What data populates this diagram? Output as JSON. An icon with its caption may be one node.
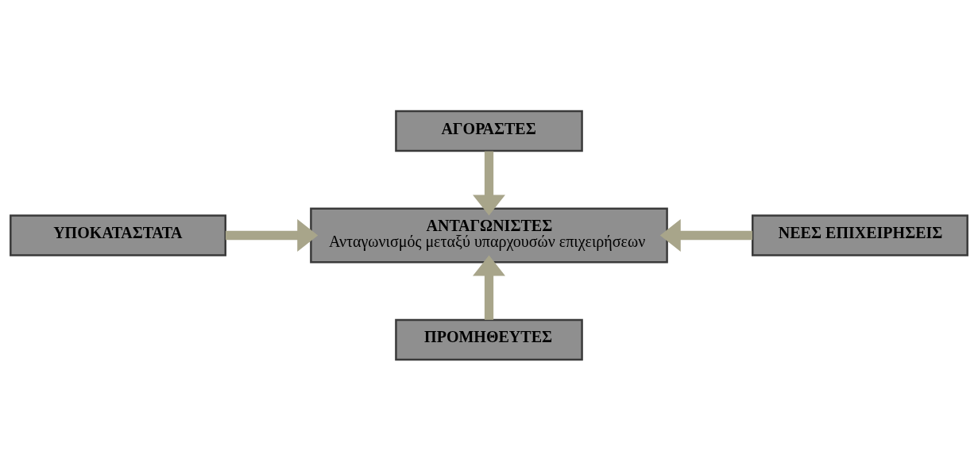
{
  "diagram": {
    "nodes": [
      {
        "text": [
          "ΑΓΟΡΑΣΤΕΣ"
        ]
      },
      {
        "text": [
          "ΥΠΟΚΑΤΑΣΤΑΤΑ"
        ]
      },
      {
        "text": [
          "ΑΝΤΑΓΩΝΙΣΤΕΣ",
          "Ανταγωνισμός μεταξύ υπαρχουσών επιχειρήσεων"
        ]
      },
      {
        "text": [
          "ΝΕΕΣ ΕΠΙΧΕΙΡΗΣΕΙΣ"
        ]
      },
      {
        "text": [
          "ΠΡΟΜΗΘΕΥΤΕΣ"
        ]
      }
    ],
    "edges": [
      {
        "from": 0,
        "to": 2,
        "arrow": "to"
      },
      {
        "from": 1,
        "to": 2,
        "arrow": "to"
      },
      {
        "from": 3,
        "to": 2,
        "arrow": "to"
      },
      {
        "from": 4,
        "to": 2,
        "arrow": "to"
      }
    ]
  }
}
